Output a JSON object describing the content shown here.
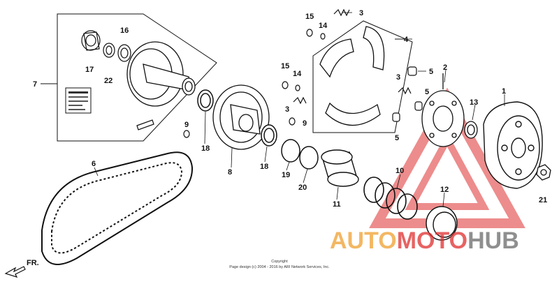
{
  "callouts": [
    {
      "id": "1",
      "text": "1"
    },
    {
      "id": "2",
      "text": "2"
    },
    {
      "id": "3a",
      "text": "3"
    },
    {
      "id": "3b",
      "text": "3"
    },
    {
      "id": "3c",
      "text": "3"
    },
    {
      "id": "4",
      "text": "4"
    },
    {
      "id": "5a",
      "text": "5"
    },
    {
      "id": "5b",
      "text": "5"
    },
    {
      "id": "5c",
      "text": "5"
    },
    {
      "id": "6",
      "text": "6"
    },
    {
      "id": "7",
      "text": "7"
    },
    {
      "id": "8",
      "text": "8"
    },
    {
      "id": "9a",
      "text": "9"
    },
    {
      "id": "9b",
      "text": "9"
    },
    {
      "id": "10",
      "text": "10"
    },
    {
      "id": "11",
      "text": "11"
    },
    {
      "id": "12",
      "text": "12"
    },
    {
      "id": "13",
      "text": "13"
    },
    {
      "id": "14a",
      "text": "14"
    },
    {
      "id": "14b",
      "text": "14"
    },
    {
      "id": "15a",
      "text": "15"
    },
    {
      "id": "15b",
      "text": "15"
    },
    {
      "id": "16",
      "text": "16"
    },
    {
      "id": "17",
      "text": "17"
    },
    {
      "id": "18a",
      "text": "18"
    },
    {
      "id": "18b",
      "text": "18"
    },
    {
      "id": "19",
      "text": "19"
    },
    {
      "id": "20",
      "text": "20"
    },
    {
      "id": "21",
      "text": "21"
    },
    {
      "id": "22",
      "text": "22"
    }
  ],
  "fr_label": "FR.",
  "copyright": {
    "line1": "Copyright",
    "line2": "Page design (c) 2004 - 2016 by ARI Network Services, Inc."
  },
  "watermark": {
    "part1": "AUTO",
    "part2": "MOTO",
    "part3": "HUB",
    "color_orange": "#f0a030",
    "color_red": "#e03030",
    "color_gray": "#6a6a6a"
  }
}
